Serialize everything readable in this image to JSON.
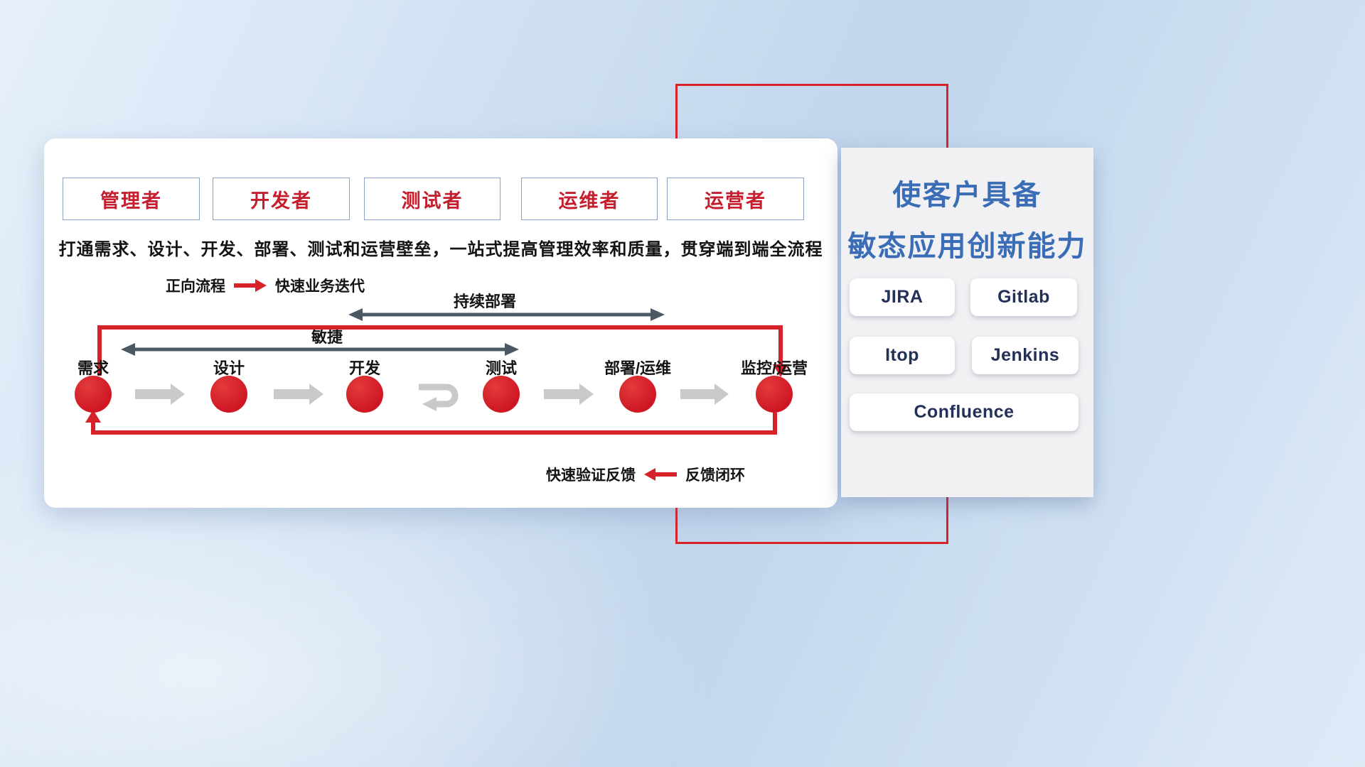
{
  "colors": {
    "accent_red": "#d8222a",
    "role_text_red": "#c51e2e",
    "title_blue": "#3a6db6",
    "dark_arrow": "#4d5866",
    "gray_arrow": "#c7c9cb"
  },
  "roles": [
    "管理者",
    "开发者",
    "测试者",
    "运维者",
    "运营者"
  ],
  "description": "打通需求、设计、开发、部署、测试和运营壁垒，一站式提高管理效率和质量，贯穿端到端全流程",
  "legends": {
    "forward": {
      "label": "正向流程",
      "value": "快速业务迭代"
    },
    "feedback": {
      "label": "快速验证反馈",
      "value": "反馈闭环"
    }
  },
  "spans": {
    "continuous_deploy": "持续部署",
    "agile": "敏捷"
  },
  "flow": {
    "nodes": [
      "需求",
      "设计",
      "开发",
      "测试",
      "部署/运维",
      "监控/运营"
    ]
  },
  "panel": {
    "title_line1": "使客户具备",
    "title_line2": "敏态应用创新能力",
    "tools": [
      "JIRA",
      "Gitlab",
      "Itop",
      "Jenkins",
      "Confluence"
    ]
  }
}
